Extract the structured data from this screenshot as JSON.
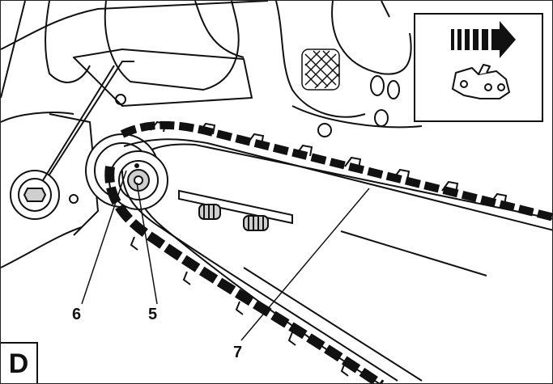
{
  "figure": {
    "panel_letter": "D",
    "callouts": {
      "sprocket_cover": "6",
      "sprocket": "5",
      "chain": "7"
    },
    "inset": {
      "arrow_icon": "direction-arrow-icon",
      "link_icon": "chain-link-icon"
    },
    "colors": {
      "line": "#111111",
      "fill": "#ffffff",
      "shade": "#cfcfcf"
    }
  }
}
